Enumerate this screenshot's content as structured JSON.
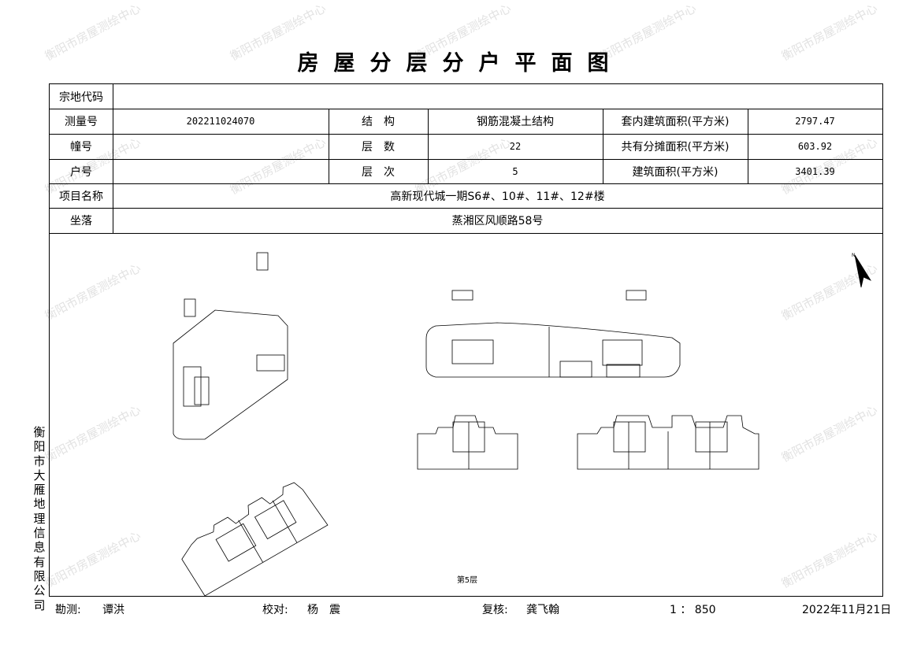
{
  "title": "房屋分层分户平面图",
  "watermark": "衡阳市房屋测绘中心",
  "table": {
    "zongdi_label": "宗地代码",
    "zongdi_value": "",
    "celiang_label": "测量号",
    "celiang_value": "202211024070",
    "jiegou_label": "结　构",
    "jiegou_value": "钢筋混凝土结构",
    "taonei_label": "套内建筑面积(平方米)",
    "taonei_value": "2797.47",
    "chuang_label": "幢号",
    "chuang_value": "",
    "cengshu_label": "层　数",
    "cengshu_value": "22",
    "gongyou_label": "共有分摊面积(平方米)",
    "gongyou_value": "603.92",
    "hu_label": "户号",
    "hu_value": "",
    "cengci_label": "层　次",
    "cengci_value": "5",
    "jianzhu_label": "建筑面积(平方米)",
    "jianzhu_value": "3401.39",
    "xiangmu_label": "项目名称",
    "xiangmu_value": "高新现代城一期S6#、10#、11#、12#楼",
    "zuoluo_label": "坐落",
    "zuoluo_value": "蒸湘区风顺路58号"
  },
  "drawing": {
    "floor_label": "第5层"
  },
  "side_text": "衡阳市大雁地理信息有限公司",
  "footer": {
    "kance_label": "勘测:",
    "kance_value": "谭洪",
    "jiaodui_label": "校对:",
    "jiaodui_value": "杨　震",
    "fuhe_label": "复核:",
    "fuhe_value": "龚飞翰",
    "scale": "1 ： 850",
    "date": "2022年11月21日"
  }
}
